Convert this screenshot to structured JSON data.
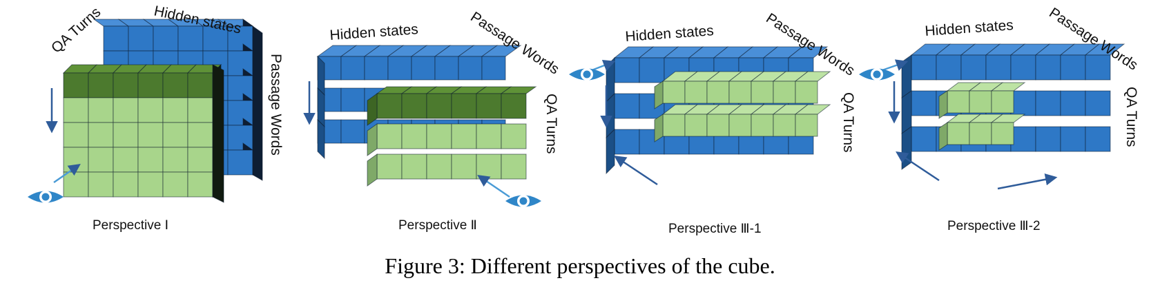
{
  "caption": "Figure 3: Different perspectives of the cube.",
  "colors": {
    "blue_front": "#2E78C6",
    "blue_top": "#4A8FD8",
    "blue_side": "#1B4F86",
    "blue_dark_side": "#0E1E33",
    "green_dark": "#4C7A2E",
    "green_dark_top": "#5F9237",
    "green_light": "#A8D58B",
    "green_light_top": "#BDE3A4",
    "green_light_side": "#7FA968",
    "eye": "#2F86C8",
    "arrow": "#2F5C9A"
  },
  "panels": [
    {
      "qa_turns": "QA Turns",
      "hidden_states": "Hidden states",
      "passage_words": "Passage Words",
      "caption": "Perspective Ⅰ",
      "eye_icon": "eye-icon"
    },
    {
      "hidden_states": "Hidden states",
      "passage_words": "Passage Words",
      "qa_turns": "QA Turns",
      "caption": "Perspective Ⅱ",
      "eye_icon": "eye-icon"
    },
    {
      "hidden_states": "Hidden states",
      "passage_words": "Passage Words",
      "qa_turns": "QA Turns",
      "caption": "Perspective Ⅲ-1",
      "eye_icon": "eye-icon"
    },
    {
      "hidden_states": "Hidden states",
      "passage_words": "Passage Words",
      "qa_turns": "QA Turns",
      "caption": "Perspective Ⅲ-2",
      "eye_icon": "eye-icon"
    }
  ]
}
